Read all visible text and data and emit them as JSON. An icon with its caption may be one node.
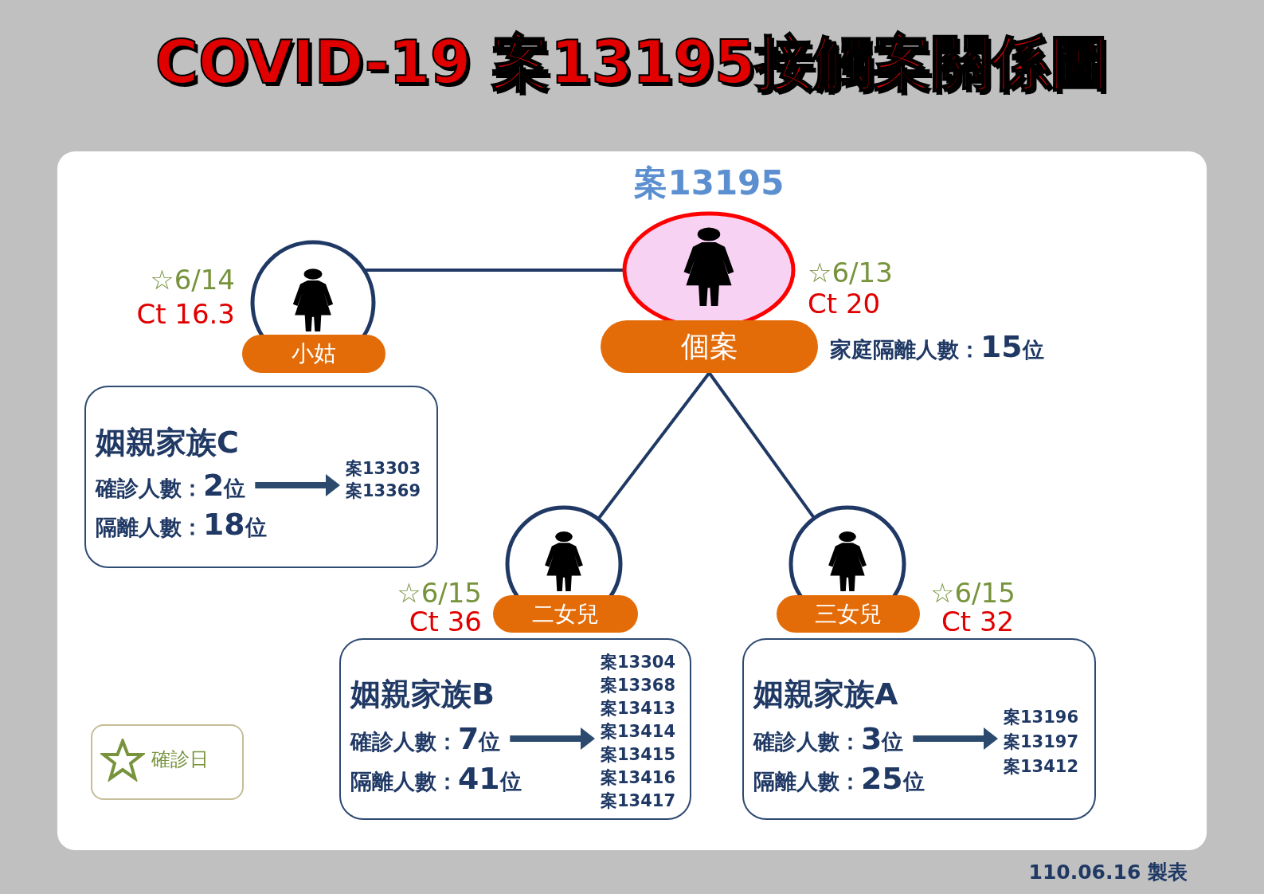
{
  "diagram": {
    "title": "COVID-19 案13195接觸案關係圖",
    "nodes": [
      {
        "text": [
          "案13195",
          "個案"
        ],
        "beside": [
          "☆6/13",
          "Ct 20",
          "家庭隔離人數：15位"
        ]
      },
      {
        "text": [
          "小姑"
        ],
        "beside": [
          "☆6/14",
          "Ct 16.3"
        ]
      },
      {
        "text": [
          "姻親家族C",
          "隔離人數：18位"
        ]
      },
      {
        "text": [
          "確診人數：2位"
        ],
        "in": 2
      },
      {
        "text": [
          "案13303",
          "案13369"
        ],
        "in": 2
      },
      {
        "text": [
          "二女兒"
        ],
        "beside": [
          "☆6/15",
          "Ct 36"
        ]
      },
      {
        "text": [
          "三女兒"
        ],
        "beside": [
          "☆6/15",
          "Ct 32"
        ]
      },
      {
        "text": [
          "姻親家族B",
          "隔離人數：41位"
        ]
      },
      {
        "text": [
          "確診人數：7位"
        ],
        "in": 7
      },
      {
        "text": [
          "案13304",
          "案13368",
          "案13413",
          "案13414",
          "案13415",
          "案13416",
          "案13417"
        ],
        "in": 7
      },
      {
        "text": [
          "姻親家族A",
          "隔離人數：25位"
        ]
      },
      {
        "text": [
          "確診人數：3位"
        ],
        "in": 10
      },
      {
        "text": [
          "案13196",
          "案13197",
          "案13412"
        ],
        "in": 10
      }
    ],
    "edges": [
      {
        "from": 1,
        "to": 0,
        "arrow": "none"
      },
      {
        "from": 0,
        "to": 5,
        "arrow": "none"
      },
      {
        "from": 0,
        "to": 6,
        "arrow": "none"
      },
      {
        "from": 3,
        "to": 4,
        "arrow": "to",
        "style": "thick"
      },
      {
        "from": 8,
        "to": 9,
        "arrow": "to",
        "style": "thick"
      },
      {
        "from": 11,
        "to": 12,
        "arrow": "to",
        "style": "thick"
      }
    ],
    "labels": [
      "110.06.16 製表"
    ],
    "legend": [
      {
        "text": "確診日"
      }
    ]
  }
}
